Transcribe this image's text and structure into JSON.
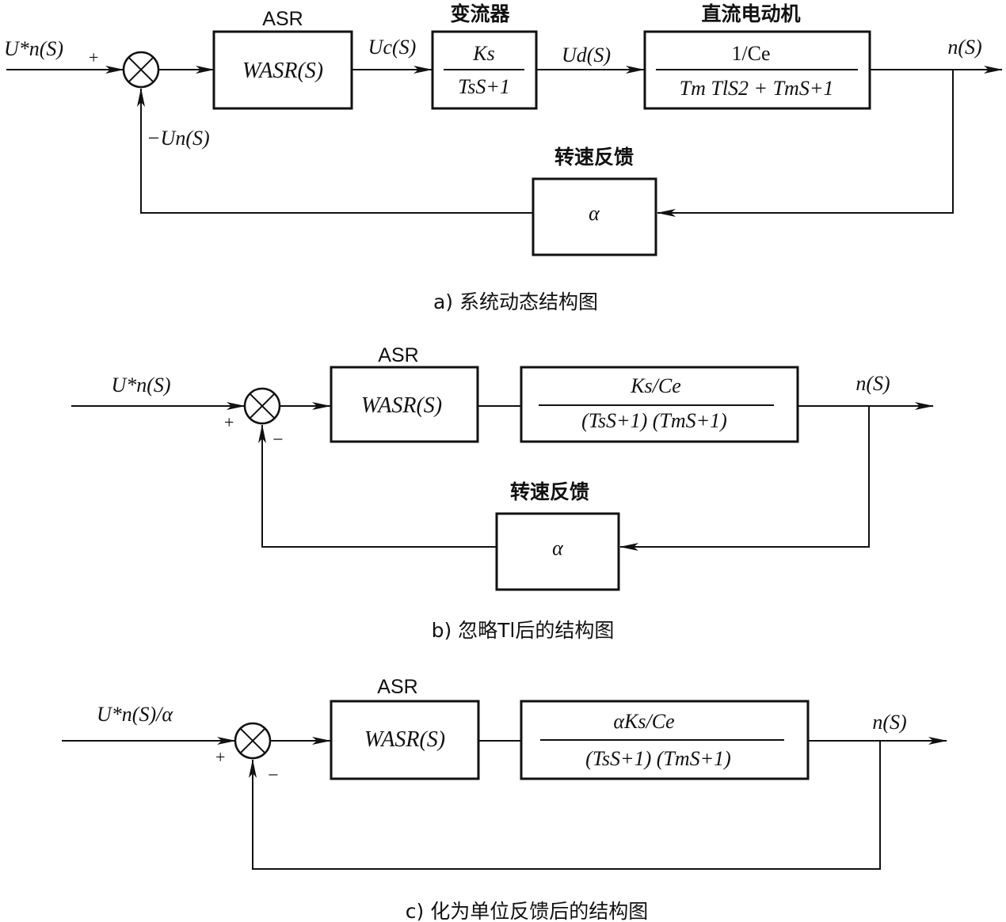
{
  "diagram_a": {
    "caption": "a) 系统动态结构图",
    "input_label": "U*n(S)",
    "plus_sign": "+",
    "feedback_signal_label": "−Un(S)",
    "asr_title": "ASR",
    "asr_tf": "WASR(S)",
    "uc_label": "Uc(S)",
    "converter_title": "变流器",
    "converter_num": "Ks",
    "converter_den": "TsS+1",
    "ud_label": "Ud(S)",
    "motor_title": "直流电动机",
    "motor_num": "1/Ce",
    "motor_den": "Tm TlS2 + TmS+1",
    "output_label": "n(S)",
    "feedback_title": "转速反馈",
    "feedback_gain": "α"
  },
  "diagram_b": {
    "caption": "b) 忽略Tl后的结构图",
    "input_label": "U*n(S)",
    "plus_sign": "+",
    "minus_sign": "−",
    "asr_title": "ASR",
    "asr_tf": "WASR(S)",
    "plant_num": "Ks/Ce",
    "plant_den": "(TsS+1) (TmS+1)",
    "output_label": "n(S)",
    "feedback_title": "转速反馈",
    "feedback_gain": "α"
  },
  "diagram_c": {
    "caption": "c) 化为单位反馈后的结构图",
    "input_label": "U*n(S)/α",
    "plus_sign": "+",
    "minus_sign": "−",
    "asr_title": "ASR",
    "asr_tf": "WASR(S)",
    "plant_num": "αKs/Ce",
    "plant_den": "(TsS+1) (TmS+1)",
    "output_label": "n(S)"
  }
}
